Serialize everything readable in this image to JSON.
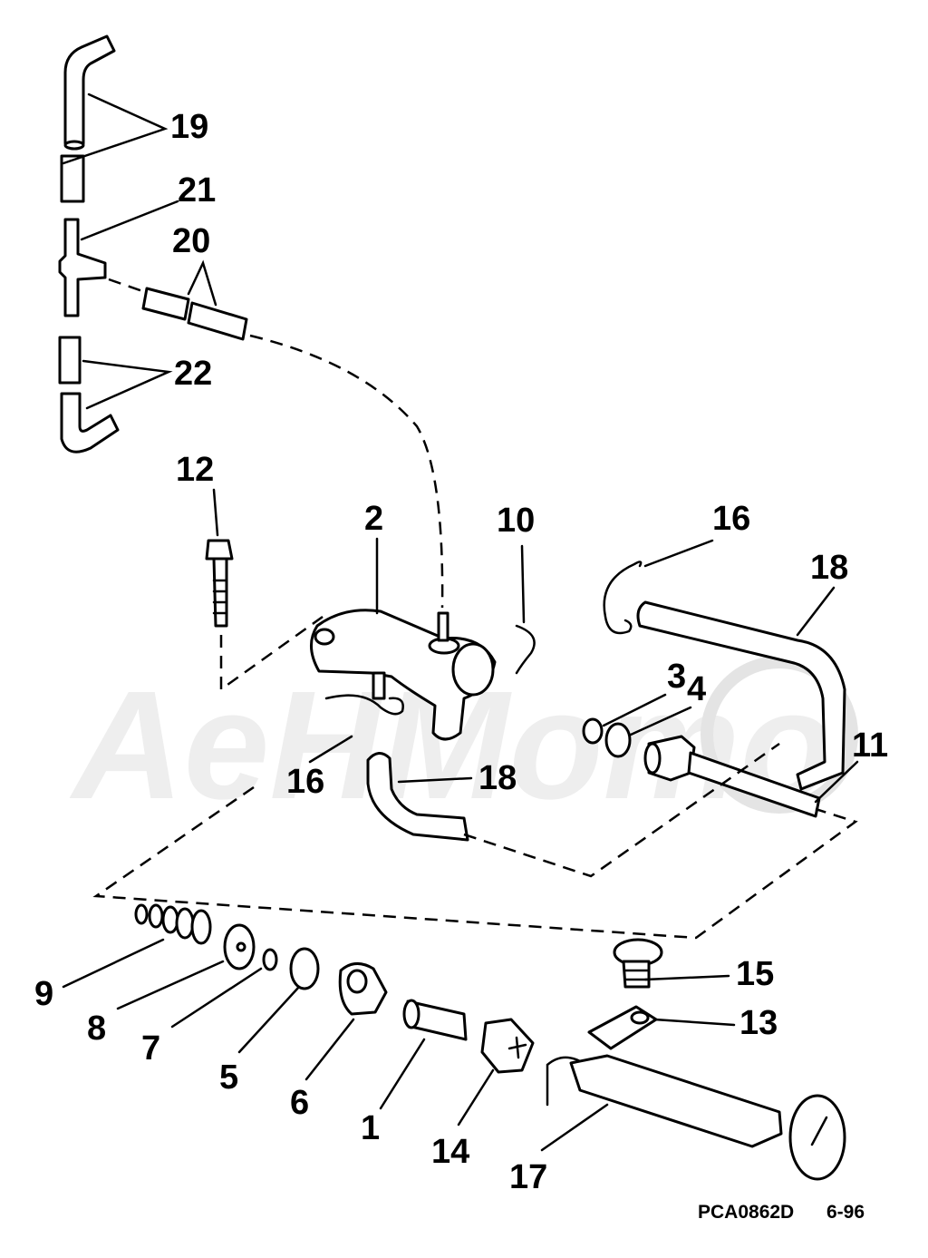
{
  "diagram": {
    "callouts": {
      "c1": "1",
      "c2": "2",
      "c3": "3",
      "c4": "4",
      "c5": "5",
      "c6": "6",
      "c7": "7",
      "c8": "8",
      "c9": "9",
      "c10": "10",
      "c11": "11",
      "c12": "12",
      "c13": "13",
      "c14": "14",
      "c15": "15",
      "c16a": "16",
      "c16b": "16",
      "c17": "17",
      "c18a": "18",
      "c18b": "18",
      "c19": "19",
      "c20": "20",
      "c21": "21",
      "c22": "22"
    },
    "footer": {
      "code": "PCA0862D",
      "date": "6-96"
    },
    "watermark": {
      "text": "AeHMomo"
    }
  }
}
